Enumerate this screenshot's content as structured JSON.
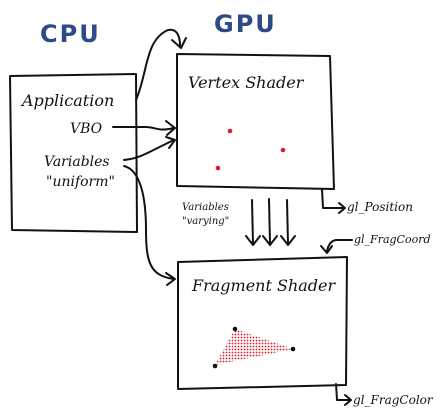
{
  "headers": {
    "cpu": "CPU",
    "gpu": "GPU"
  },
  "application": {
    "title": "Application",
    "vbo": "VBO",
    "variables_line1": "Variables",
    "variables_line2": "\"uniform\""
  },
  "vertex_shader": {
    "title": "Vertex Shader"
  },
  "fragment_shader": {
    "title": "Fragment Shader"
  },
  "varying": {
    "line1": "Variables",
    "line2": "\"varying\""
  },
  "outputs": {
    "gl_position": "gl_Position",
    "gl_fragcoord": "gl_FragCoord",
    "gl_fragcolor": "gl_FragColor"
  },
  "colors": {
    "header_blue": "#2b4a86",
    "vertex_red": "#e0192b",
    "ink": "#111111"
  }
}
